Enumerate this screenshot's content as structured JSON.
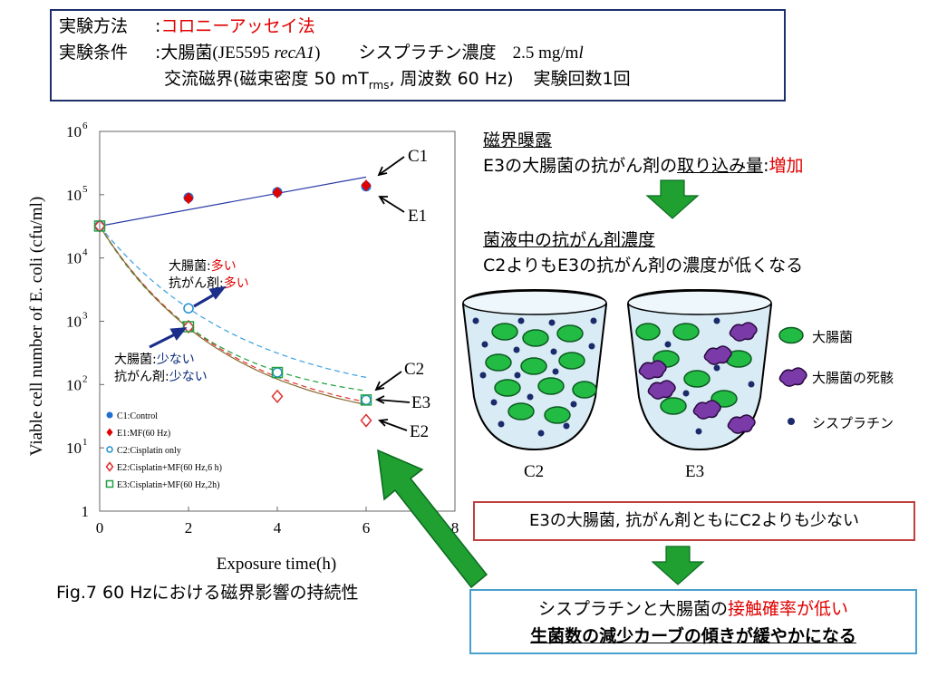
{
  "header": {
    "method_label": "実験方法",
    "method_value": "コロニーアッセイ法",
    "conditions_label": "実験条件",
    "bacteria": "大腸菌",
    "strain_prefix": "(JE5595 ",
    "strain_gene": "recA1",
    "strain_suffix": ")",
    "cisplatin_label": "シスプラチン濃度",
    "cisplatin_value": "2.5 mg/m",
    "cisplatin_unit_l": "l",
    "field_prefix": "交流磁界(磁束密度 50 mT",
    "field_sub": "rms",
    "field_suffix": ", 周波数 60 Hz)",
    "trials": "実験回数1回"
  },
  "chart_data": {
    "type": "scatter",
    "title": "",
    "xlabel": "Exposure time(h)",
    "ylabel": "Viable cell number of E. coli (cfu/ml)",
    "xlim": [
      0,
      8
    ],
    "ylim": [
      1,
      1000000
    ],
    "yscale": "log",
    "x_ticks": [
      "0",
      "2",
      "4",
      "6",
      "8"
    ],
    "y_ticks": [
      {
        "base": "10",
        "exp": "6"
      },
      {
        "base": "10",
        "exp": "5"
      },
      {
        "base": "10",
        "exp": "4"
      },
      {
        "base": "10",
        "exp": "3"
      },
      {
        "base": "10",
        "exp": "2"
      },
      {
        "base": "10",
        "exp": "1"
      },
      {
        "base": "1",
        "exp": ""
      }
    ],
    "series": [
      {
        "name": "C1:Control",
        "color": "#1f6fd0",
        "marker": "filled-circle",
        "x": [
          0,
          2,
          4,
          6
        ],
        "y": [
          32000,
          90000,
          110000,
          135000
        ]
      },
      {
        "name": "E1:MF(60 Hz)",
        "color": "#e00000",
        "marker": "filled-diamond",
        "x": [
          0,
          2,
          4,
          6
        ],
        "y": [
          32000,
          88000,
          108000,
          140000
        ]
      },
      {
        "name": "C2:Cisplatin only",
        "color": "#1f8fd0",
        "marker": "open-circle",
        "x": [
          0,
          2,
          4,
          6
        ],
        "y": [
          32000,
          1600,
          155,
          57
        ]
      },
      {
        "name": "E2:Cisplatin+MF(60 Hz,6 h)",
        "color": "#e03030",
        "marker": "open-diamond",
        "x": [
          0,
          2,
          4,
          6
        ],
        "y": [
          32000,
          820,
          65,
          27
        ]
      },
      {
        "name": "E3:Cisplatin+MF(60 Hz,2h)",
        "color": "#20a040",
        "marker": "open-square",
        "x": [
          0,
          2,
          4,
          6
        ],
        "y": [
          32000,
          820,
          155,
          57
        ]
      }
    ],
    "curve_labels": {
      "c1": "C1",
      "e1": "E1",
      "c2": "C2",
      "e3": "E3",
      "e2": "E2"
    },
    "annotations": {
      "upper_bacteria": "大腸菌:",
      "upper_bacteria_val": "多い",
      "upper_drug": "抗がん剤:",
      "upper_drug_val": "多い",
      "lower_bacteria": "大腸菌:",
      "lower_bacteria_val": "少ない",
      "lower_drug": "抗がん剤:",
      "lower_drug_val": "少ない"
    }
  },
  "figure_caption": "Fig.7 60 Hzにおける磁界影響の持続性",
  "right": {
    "exposure_title": "磁界曝露",
    "exposure_line_prefix": "E3の大腸菌の抗がん剤の",
    "exposure_line_ul": "取り込み量",
    "exposure_line_colon": ":",
    "exposure_line_result": "増加",
    "concentration_title": "菌液中の抗がん剤濃度",
    "concentration_line": "C2よりもE3の抗がん剤の濃度が低くなる",
    "beaker_left": "C2",
    "beaker_right": "E3",
    "legend": {
      "bacteria": "大腸菌",
      "dead": "大腸菌の死骸",
      "cisplatin": "シスプラチン"
    },
    "red_box": "E3の大腸菌, 抗がん剤ともにC2よりも少ない",
    "blue_box_prefix": "シスプラチンと大腸菌の",
    "blue_box_highlight": "接触確率が低い",
    "blue_box_line2": "生菌数の減少カーブの傾きが緩やかになる"
  },
  "colors": {
    "header_border": "#1f2f6b",
    "arrow_green": "#1fa030",
    "beaker_fill": "#d9ecf5",
    "bacteria_fill": "#22bb44",
    "dead_fill": "#7a3aa8",
    "drug_dot": "#1a2a6a",
    "navy_text": "#0b2a7a",
    "red_text": "#e00000"
  }
}
